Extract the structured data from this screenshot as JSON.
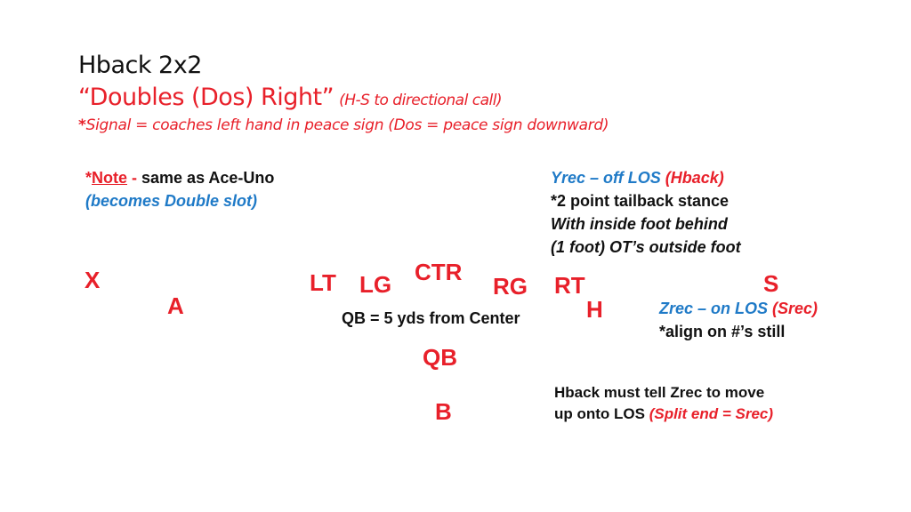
{
  "header": {
    "title": "Hback 2x2",
    "subtitle_main": "“Doubles (Dos) Right”",
    "subtitle_note": "(H-S to directional call)",
    "signal_star": "*",
    "signal_text": "Signal = coaches left hand in peace sign (Dos = peace sign downward)"
  },
  "note": {
    "star": "*",
    "label": "Note",
    "dash": " - ",
    "text": "same as Ace-Uno",
    "line2": "(becomes Double slot)"
  },
  "yrec": {
    "name": "Yrec – off LOS ",
    "role": "(Hback)",
    "line2": "*2 point tailback stance",
    "line3": "With inside foot behind",
    "line4": "(1 foot) OT’s outside foot"
  },
  "positions": {
    "x": "X",
    "a": "A",
    "lt": "LT",
    "lg": "LG",
    "ctr": "CTR",
    "rg": "RG",
    "rt": "RT",
    "h": "H",
    "s": "S",
    "qb": "QB",
    "b": "B"
  },
  "qb_note": "QB = 5 yds from Center",
  "zrec": {
    "name": "Zrec – on LOS ",
    "role": "(Srec)",
    "line2": "*align on #’s still"
  },
  "hback_note": {
    "line1": "Hback must tell Zrec to move",
    "line2_prefix": "up onto LOS ",
    "line2_red": "(Split end = Srec)"
  }
}
